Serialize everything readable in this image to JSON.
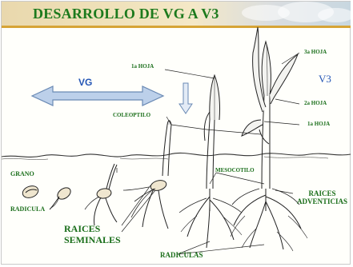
{
  "title": "DESARROLLO DE VG A V3",
  "stage_labels": {
    "vg": "VG",
    "v3": "V3"
  },
  "labels": {
    "hoja_1a_top": "1a HOJA",
    "hoja_3a": "3a HOJA",
    "hoja_2a": "2a HOJA",
    "hoja_1a_right": "1a HOJA",
    "coleoptilo": "COLEOPTILO",
    "mesocotilo": "MESOCOTILO",
    "grano": "GRANO",
    "radicula": "RADICULA",
    "raices_seminales": "RAICES\nSEMINALES",
    "raices_adventicias": "RAICES\nADVENTICIAS",
    "radiculas": "RADICULAS"
  },
  "colors": {
    "label_green": "#1a6e1a",
    "title_green": "#1d7a1d",
    "stage_blue": "#2456b5",
    "arrow_fill": "#bcd0ea",
    "arrow_stroke": "#6a8ab4",
    "drawing_ink": "#222222",
    "title_rule": "#d6a436"
  }
}
